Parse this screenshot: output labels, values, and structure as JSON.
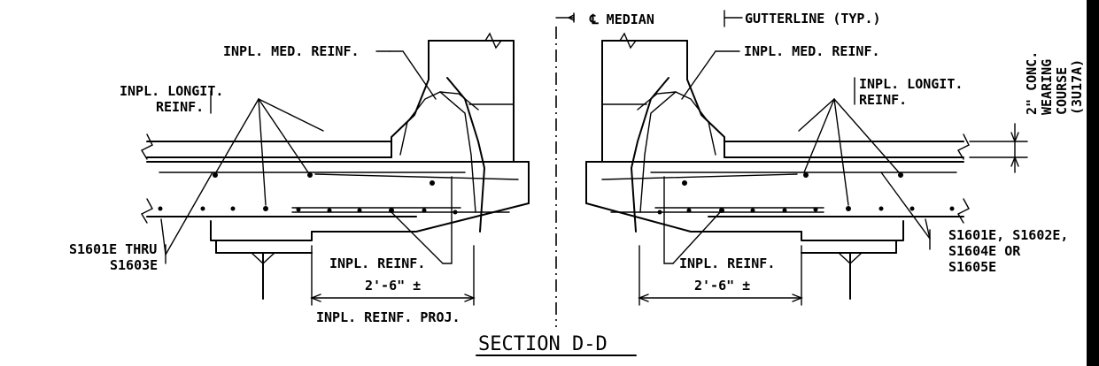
{
  "labels": {
    "median": "℄ MEDIAN",
    "gutterline": "GUTTERLINE (TYP.)",
    "inpl_med_reinf_left": "INPL. MED. REINF.",
    "inpl_med_reinf_right": "INPL. MED. REINF.",
    "inpl_longit_left_1": "INPL. LONGIT.",
    "inpl_longit_left_2": "REINF.",
    "inpl_longit_right_1": "INPL. LONGIT.",
    "inpl_longit_right_2": "REINF.",
    "wearing_1": "2\" CONC.",
    "wearing_2": "WEARING",
    "wearing_3": "COURSE",
    "wearing_4": "(3U17A)",
    "s1601e_left_1": "S1601E THRU",
    "s1601e_left_2": "S1603E",
    "s1601e_right_1": "S1601E, S1602E,",
    "s1601e_right_2": "S1604E OR",
    "s1601e_right_3": "S1605E",
    "inpl_reinf_left": "INPL. REINF.",
    "inpl_reinf_right": "INPL. REINF.",
    "dim_left": "2'-6\" ±",
    "dim_right": "2'-6\" ±",
    "inpl_reinf_proj": "INPL. REINF. PROJ.",
    "section_title": "SECTION D-D"
  }
}
